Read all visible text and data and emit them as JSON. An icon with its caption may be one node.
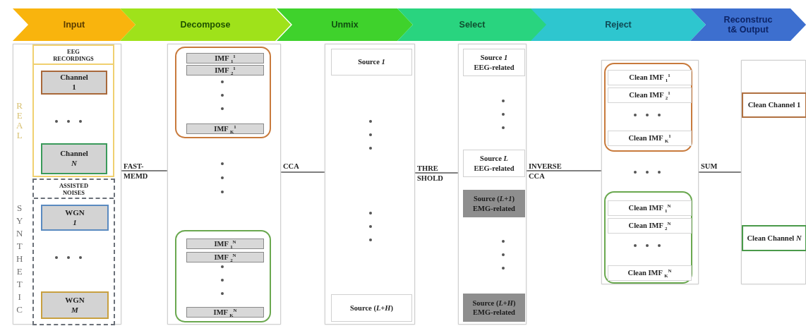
{
  "diagram": {
    "nodes": [
      {
        "text": [
          "Input"
        ]
      },
      {
        "text": [
          "Decompose"
        ]
      },
      {
        "text": [
          "Unmix"
        ]
      },
      {
        "text": [
          "Select"
        ]
      },
      {
        "text": [
          "Reject"
        ]
      },
      {
        "text": [
          "Reconstruc t& Output"
        ]
      },
      {
        "text": [],
        "shape": "box"
      },
      {
        "text": [
          "EEG RECORDINGS"
        ],
        "in": 6
      },
      {
        "text": [
          "Channel 1"
        ],
        "in": 7
      },
      {
        "text": [
          "Channel *N*"
        ],
        "in": 7
      },
      {
        "text": [
          "ASSISTED NOISES"
        ],
        "in": 6
      },
      {
        "text": [
          "WGN *1*"
        ],
        "in": 10
      },
      {
        "text": [
          "WGN *M*"
        ],
        "in": 10
      },
      {
        "text": [],
        "shape": "box"
      },
      {
        "text": [],
        "shape": "box",
        "in": 13
      },
      {
        "text": [
          "IMF $_{1}$$^{1}$"
        ],
        "in": 14
      },
      {
        "text": [
          "IMF $_{2}$$^{1}$"
        ],
        "in": 14
      },
      {
        "text": [
          "IMF $_{K}$$^{1}$"
        ],
        "in": 14
      },
      {
        "text": [],
        "shape": "box",
        "in": 13
      },
      {
        "text": [
          "IMF $_{1}$$^{N}$"
        ],
        "in": 18
      },
      {
        "text": [
          "IMF $_{2}$$^{N}$"
        ],
        "in": 18
      },
      {
        "text": [
          "IMF $_{K}$$^{N}$"
        ],
        "in": 18
      },
      {
        "text": [],
        "shape": "box"
      },
      {
        "text": [
          "Source *1*"
        ],
        "in": 22
      },
      {
        "text": [
          "Source (*L*+*H*)"
        ],
        "in": 22
      },
      {
        "text": [],
        "shape": "box"
      },
      {
        "text": [
          "Source *1* EEG-related"
        ],
        "in": 25
      },
      {
        "text": [
          "Source *L* EEG-related"
        ],
        "in": 25
      },
      {
        "text": [
          "Source (*L*+*1*) EMG-related"
        ],
        "in": 25
      },
      {
        "text": [
          "Source (*L*+*H*) EMG-related"
        ],
        "in": 25
      },
      {
        "text": [],
        "shape": "box"
      },
      {
        "text": [],
        "shape": "box",
        "in": 30
      },
      {
        "text": [
          "Clean IMF $_{1}$$^{1}$"
        ],
        "in": 31
      },
      {
        "text": [
          "Clean IMF $_{2}$$^{1}$"
        ],
        "in": 31
      },
      {
        "text": [
          "Clean IMF $_{K}$$^{1}$"
        ],
        "in": 31
      },
      {
        "text": [],
        "shape": "box",
        "in": 30
      },
      {
        "text": [
          "Clean IMF $_{1}$$^{N}$"
        ],
        "in": 35
      },
      {
        "text": [
          "Clean IMF $_{2}$$^{N}$"
        ],
        "in": 35
      },
      {
        "text": [
          "Clean IMF $_{K}$$^{N}$"
        ],
        "in": 35
      },
      {
        "text": [],
        "shape": "box"
      },
      {
        "text": [
          "Clean Channel 1"
        ],
        "in": 39
      },
      {
        "text": [
          "Clean Channel *N*"
        ],
        "in": 39
      }
    ],
    "edges": [
      {
        "from": 6,
        "to": 13,
        "arrow": "none",
        "label": "FAST- MEMD"
      },
      {
        "from": 13,
        "to": 22,
        "arrow": "none",
        "label": "CCA"
      },
      {
        "from": 22,
        "to": 25,
        "arrow": "none",
        "label": "THRE SHOLD"
      },
      {
        "from": 25,
        "to": 30,
        "arrow": "none",
        "label": "INVERSE CCA"
      },
      {
        "from": 30,
        "to": 39,
        "arrow": "none",
        "label": "SUM"
      }
    ],
    "labels": [
      "REAL",
      "SYNTHETIC"
    ]
  }
}
